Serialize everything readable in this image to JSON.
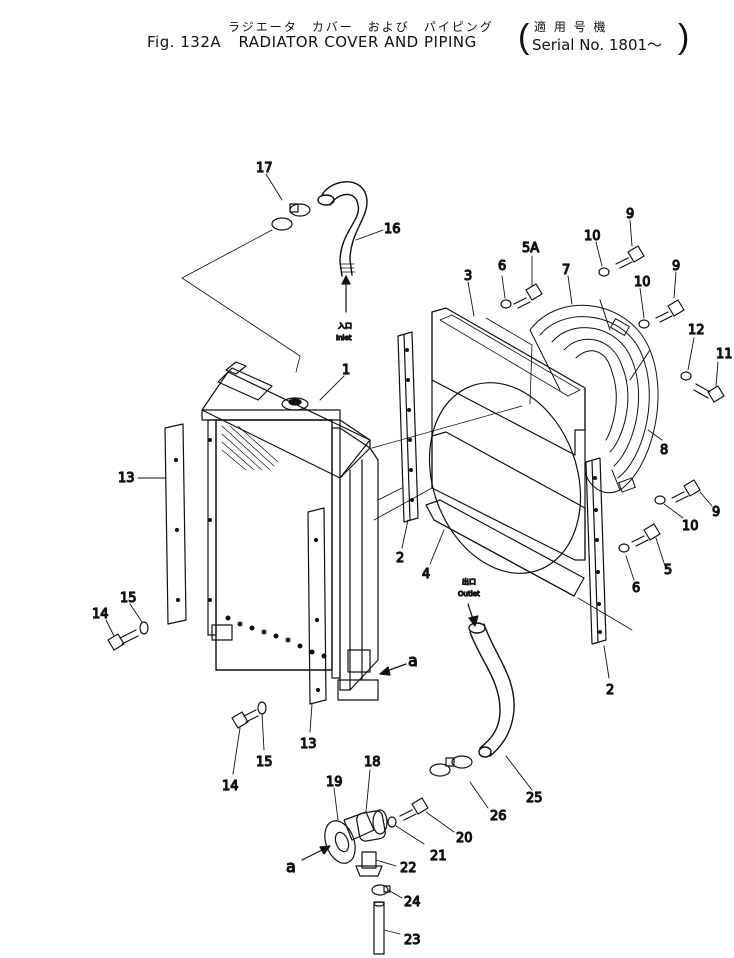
{
  "title": {
    "japanese": "ラジエータ　カバー　および　パイピング",
    "figure": "Fig. 132A",
    "text": "RADIATOR COVER AND PIPING"
  },
  "serial": {
    "japanese": "適 用 号 機",
    "text": "Serial No. 1801～"
  },
  "annotations": {
    "inlet_jp": "入口",
    "inlet": "Inlet",
    "outlet_jp": "出口",
    "outlet": "Outlet",
    "ref_a_right": "a",
    "ref_a_left": "a"
  },
  "callouts": {
    "c1": "1",
    "c2a": "2",
    "c2b": "2",
    "c3": "3",
    "c4": "4",
    "c5": "5",
    "c5a": "5A",
    "c6a": "6",
    "c6b": "6",
    "c7": "7",
    "c8": "8",
    "c9a": "9",
    "c9b": "9",
    "c9c": "9",
    "c10a": "10",
    "c10b": "10",
    "c10c": "10",
    "c11": "11",
    "c12": "12",
    "c13a": "13",
    "c13b": "13",
    "c14a": "14",
    "c14b": "14",
    "c15a": "15",
    "c15b": "15",
    "c16": "16",
    "c17": "17",
    "c18": "18",
    "c19": "19",
    "c20": "20",
    "c21": "21",
    "c22": "22",
    "c23": "23",
    "c24": "24",
    "c25": "25",
    "c26": "26"
  }
}
